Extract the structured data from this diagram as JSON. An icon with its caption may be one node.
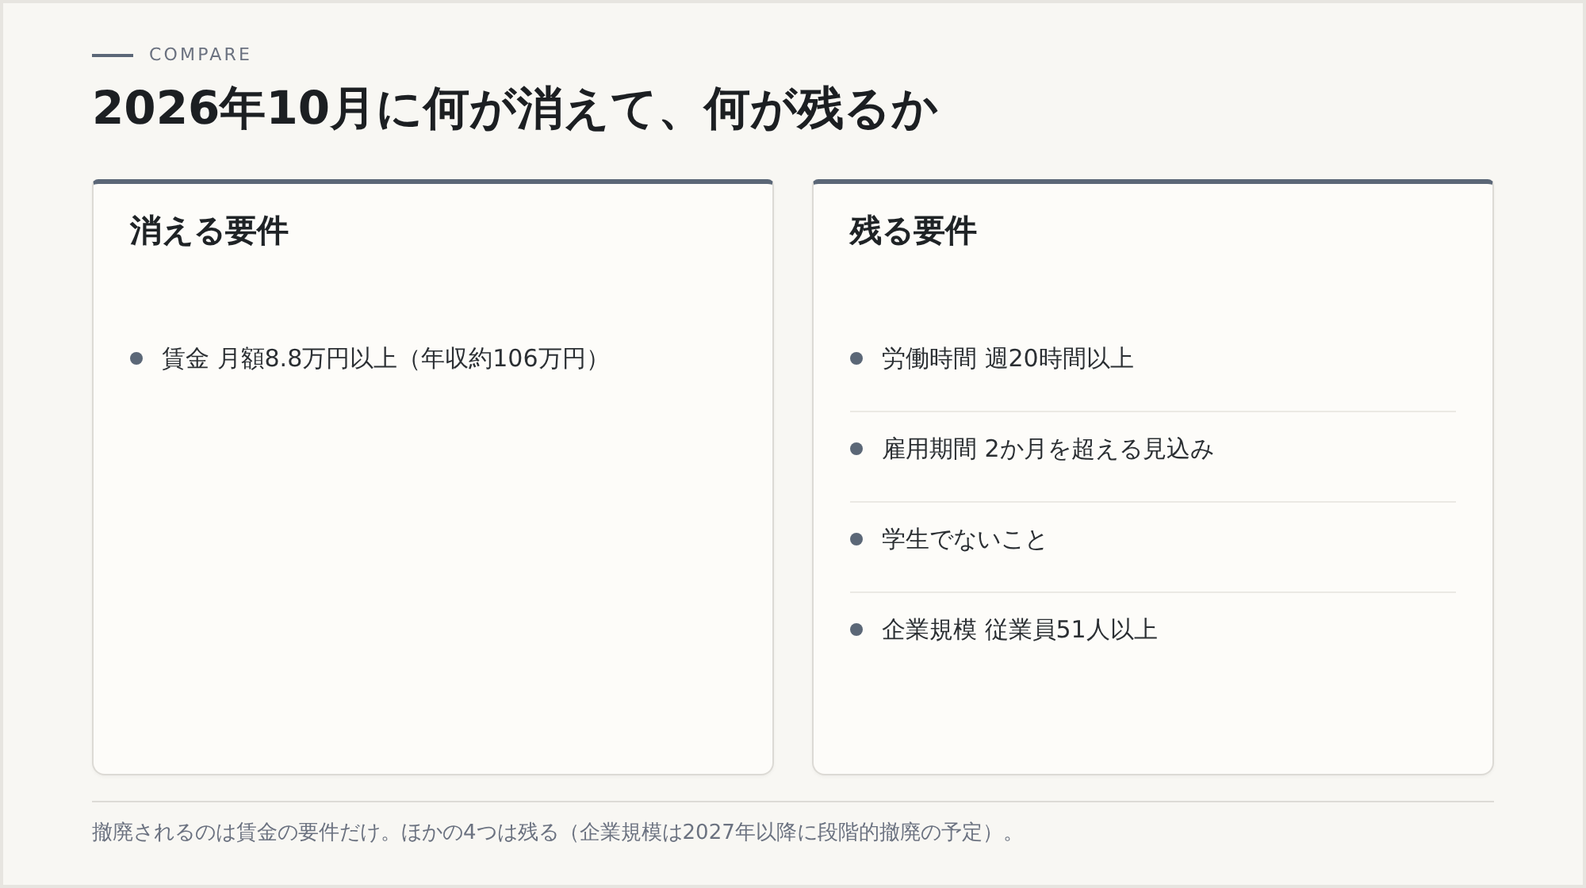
{
  "diagram": {
    "title": "2026年10月に何が消えて、何が残るか",
    "caption": "撤廃されるのは賃金の要件だけ。ほかの4つは残る（企業規模は2027年以降に段階的撤廃の予定）。",
    "nodes": [
      {
        "text": [
          "消える要件",
          "賃金 月額8.8万円以上（年収約106万円）"
        ]
      },
      {
        "text": [
          "残る要件",
          "労働時間 週20時間以上",
          "雇用期間 2か月を超える見込み",
          "学生でないこと",
          "企業規模 従業員51人以上"
        ]
      }
    ],
    "labels": [
      "COMPARE"
    ]
  }
}
